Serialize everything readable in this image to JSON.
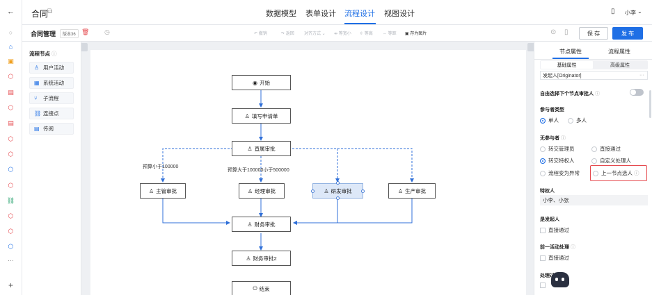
{
  "colors": {
    "accent": "#1f6fe5",
    "danger": "#e5484d"
  },
  "header": {
    "title": "合同",
    "tabs": [
      {
        "label": "数据模型"
      },
      {
        "label": "表单设计"
      },
      {
        "label": "流程设计"
      },
      {
        "label": "视图设计"
      }
    ],
    "user": "小李"
  },
  "toolbar": {
    "name": "合同管理",
    "version": "版本36",
    "undo": "撤销",
    "redo": "返回",
    "align": "对齐方式",
    "width": "等宽小",
    "height": "等高",
    "spacing": "等距",
    "save_image": "存为图片",
    "save": "保 存",
    "publish": "发 布"
  },
  "nodes_panel": {
    "title": "流程节点",
    "items": [
      {
        "label": "用户活动",
        "icon": "user-icon"
      },
      {
        "label": "系统活动",
        "icon": "system-icon"
      },
      {
        "label": "子流程",
        "icon": "subflow-icon"
      },
      {
        "label": "连接点",
        "icon": "link-icon"
      },
      {
        "label": "传阅",
        "icon": "circulate-icon"
      }
    ]
  },
  "flow": {
    "start": "开始",
    "fill": "填写申请单",
    "direct": "直属审批",
    "manager": "主管审批",
    "jingli": "经理审批",
    "rd": "研发审批",
    "prod": "生产审批",
    "finance": "财务审批",
    "finance2": "财务审批2",
    "end": "结束",
    "cond1": "预算小于100000",
    "cond2": "预算大于100000小于500000"
  },
  "props": {
    "tabs": [
      "节点属性",
      "流程属性"
    ],
    "subtabs": [
      "基础属性",
      "高级属性"
    ],
    "originator_value": "发起人[Originator]",
    "auto_select_label": "自由选择下个节点审批人",
    "participant_type_label": "参与者类型",
    "participant_types": [
      "单人",
      "多人"
    ],
    "no_participant_label": "无参与者",
    "no_participant_options": [
      "转交管理员",
      "直接通过",
      "转交特权人",
      "自定义处理人",
      "流程变为异常",
      "上一节点选人"
    ],
    "privileged_label": "特权人",
    "privileged_value": "小李、小张",
    "is_originator_label": "是发起人",
    "direct_pass": "直接通过",
    "prev_activity_label": "前一活动处理",
    "direct_pass2": "直接通过",
    "handler_label": "处理过"
  }
}
